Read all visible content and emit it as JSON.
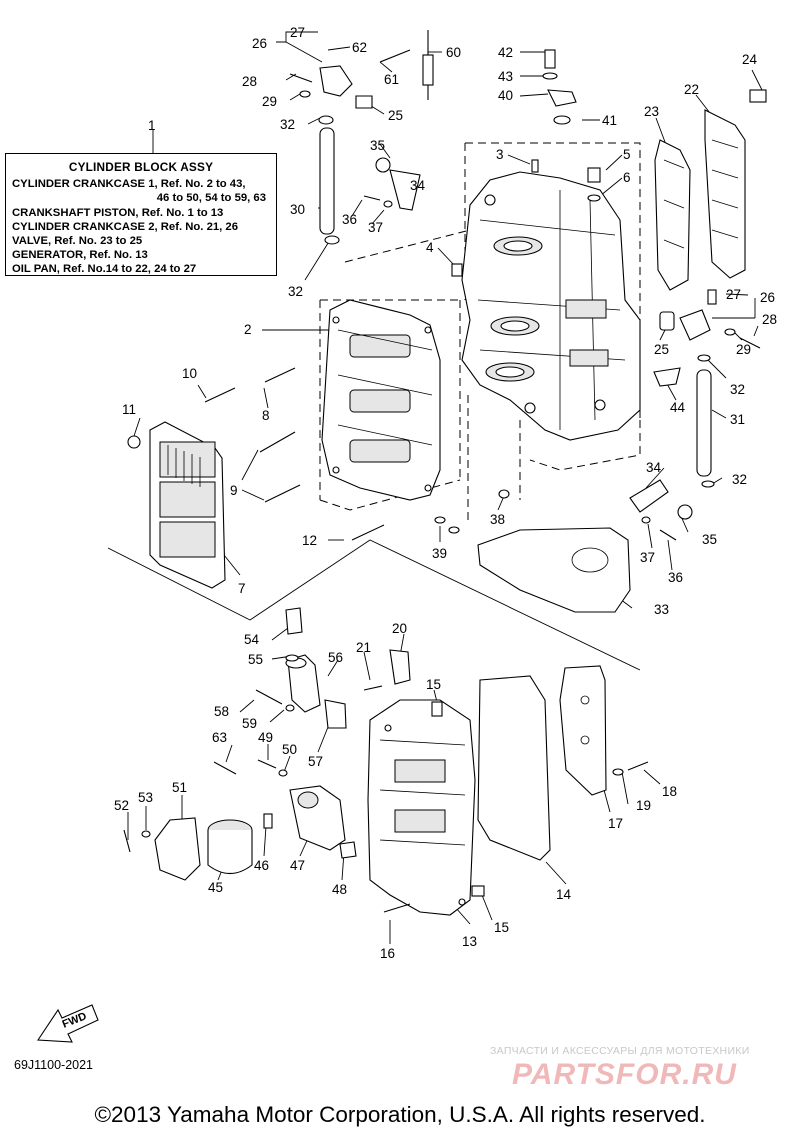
{
  "legend": {
    "title": "CYLINDER BLOCK ASSY",
    "lines": [
      "CYLINDER CRANKCASE 1, Ref. No. 2 to 43,",
      "46 to 50, 54 to 59, 63",
      "CRANKSHAFT PISTON,  Ref. No. 1 to 13",
      "CYLINDER CRANKCASE 2,  Ref. No. 21, 26",
      "VALVE,  Ref. No. 23 to 25",
      "GENERATOR,   Ref. No. 13",
      "OIL PAN,   Ref. No.14 to 22, 24 to 27"
    ]
  },
  "callouts": [
    {
      "id": "c1",
      "label": "1"
    },
    {
      "id": "c2",
      "label": "2"
    },
    {
      "id": "c3",
      "label": "3"
    },
    {
      "id": "c4",
      "label": "4"
    },
    {
      "id": "c5",
      "label": "5"
    },
    {
      "id": "c6",
      "label": "6"
    },
    {
      "id": "c7",
      "label": "7"
    },
    {
      "id": "c8",
      "label": "8"
    },
    {
      "id": "c9",
      "label": "9"
    },
    {
      "id": "c10",
      "label": "10"
    },
    {
      "id": "c11",
      "label": "11"
    },
    {
      "id": "c12",
      "label": "12"
    },
    {
      "id": "c13",
      "label": "13"
    },
    {
      "id": "c14",
      "label": "14"
    },
    {
      "id": "c15a",
      "label": "15"
    },
    {
      "id": "c15b",
      "label": "15"
    },
    {
      "id": "c16",
      "label": "16"
    },
    {
      "id": "c17",
      "label": "17"
    },
    {
      "id": "c18",
      "label": "18"
    },
    {
      "id": "c19",
      "label": "19"
    },
    {
      "id": "c20",
      "label": "20"
    },
    {
      "id": "c21",
      "label": "21"
    },
    {
      "id": "c22",
      "label": "22"
    },
    {
      "id": "c23",
      "label": "23"
    },
    {
      "id": "c24",
      "label": "24"
    },
    {
      "id": "c25a",
      "label": "25"
    },
    {
      "id": "c25b",
      "label": "25"
    },
    {
      "id": "c26a",
      "label": "26"
    },
    {
      "id": "c26b",
      "label": "26"
    },
    {
      "id": "c27a",
      "label": "27"
    },
    {
      "id": "c27b",
      "label": "27"
    },
    {
      "id": "c28a",
      "label": "28"
    },
    {
      "id": "c28b",
      "label": "28"
    },
    {
      "id": "c29a",
      "label": "29"
    },
    {
      "id": "c29b",
      "label": "29"
    },
    {
      "id": "c30",
      "label": "30"
    },
    {
      "id": "c31",
      "label": "31"
    },
    {
      "id": "c32a",
      "label": "32"
    },
    {
      "id": "c32b",
      "label": "32"
    },
    {
      "id": "c32c",
      "label": "32"
    },
    {
      "id": "c32d",
      "label": "32"
    },
    {
      "id": "c33",
      "label": "33"
    },
    {
      "id": "c34a",
      "label": "34"
    },
    {
      "id": "c34b",
      "label": "34"
    },
    {
      "id": "c35a",
      "label": "35"
    },
    {
      "id": "c35b",
      "label": "35"
    },
    {
      "id": "c36a",
      "label": "36"
    },
    {
      "id": "c36b",
      "label": "36"
    },
    {
      "id": "c37a",
      "label": "37"
    },
    {
      "id": "c37b",
      "label": "37"
    },
    {
      "id": "c38",
      "label": "38"
    },
    {
      "id": "c39",
      "label": "39"
    },
    {
      "id": "c40",
      "label": "40"
    },
    {
      "id": "c41",
      "label": "41"
    },
    {
      "id": "c42",
      "label": "42"
    },
    {
      "id": "c43",
      "label": "43"
    },
    {
      "id": "c44",
      "label": "44"
    },
    {
      "id": "c45",
      "label": "45"
    },
    {
      "id": "c46",
      "label": "46"
    },
    {
      "id": "c47",
      "label": "47"
    },
    {
      "id": "c48",
      "label": "48"
    },
    {
      "id": "c49",
      "label": "49"
    },
    {
      "id": "c50",
      "label": "50"
    },
    {
      "id": "c51",
      "label": "51"
    },
    {
      "id": "c52",
      "label": "52"
    },
    {
      "id": "c53",
      "label": "53"
    },
    {
      "id": "c54",
      "label": "54"
    },
    {
      "id": "c55",
      "label": "55"
    },
    {
      "id": "c56",
      "label": "56"
    },
    {
      "id": "c57",
      "label": "57"
    },
    {
      "id": "c58",
      "label": "58"
    },
    {
      "id": "c59",
      "label": "59"
    },
    {
      "id": "c60",
      "label": "60"
    },
    {
      "id": "c61",
      "label": "61"
    },
    {
      "id": "c62",
      "label": "62"
    },
    {
      "id": "c63",
      "label": "63"
    }
  ],
  "fwd_label": "FWD",
  "diagram_code": "69J1100-2021",
  "watermark": {
    "line1": "ЗАПЧАСТИ И АКСЕССУАРЫ ДЛЯ МОТОТЕХНИКИ",
    "line2": "PARTSFOR.RU"
  },
  "copyright": "©2013 Yamaha Motor Corporation, U.S.A. All rights reserved."
}
